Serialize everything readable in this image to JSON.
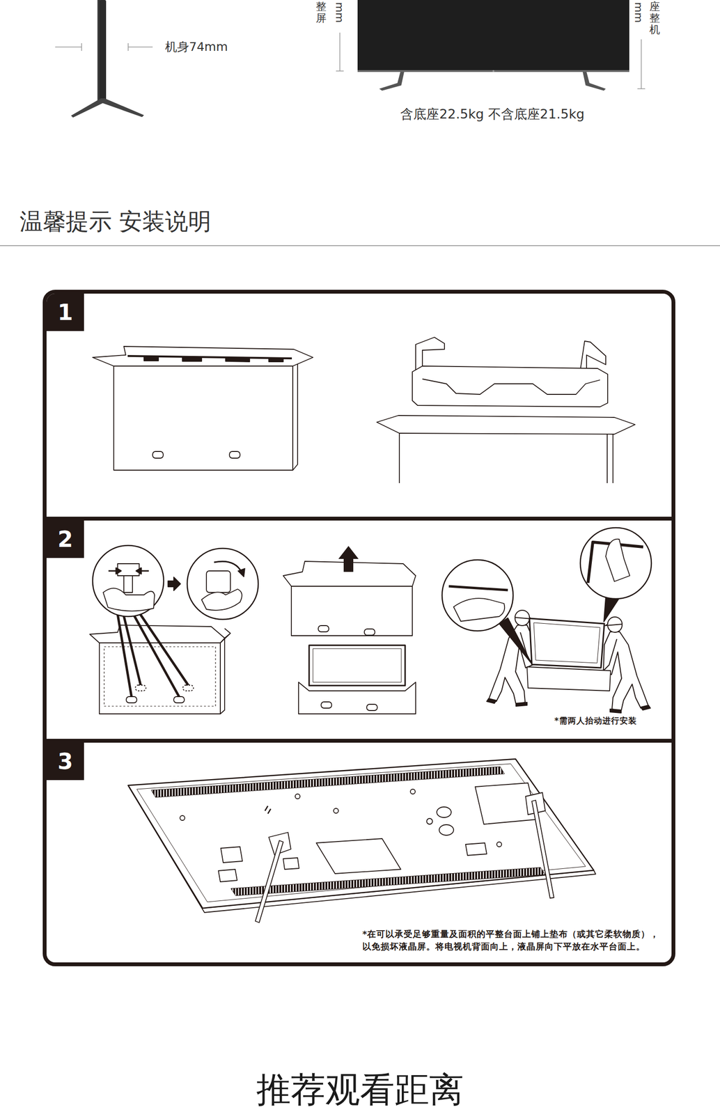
{
  "diagram": {
    "title": "温馨提示 安装说明",
    "nodes": [
      {
        "text": [
          "1"
        ]
      },
      {
        "text": [
          "2",
          "*需两人抬动进行安装"
        ]
      },
      {
        "text": [
          "3",
          "*在可以承受足够重量及面积的平整台面上铺上垫布（或其它柔软物质），以免损坏液晶屏。将电视机背面向上，液晶屏向下平放在水平台面上。"
        ]
      }
    ],
    "labels": [
      "整屏",
      "mm",
      "mm",
      "座整机",
      "机身74mm",
      "含底座22.5kg 不含底座21.5kg",
      "推荐观看距离"
    ]
  }
}
